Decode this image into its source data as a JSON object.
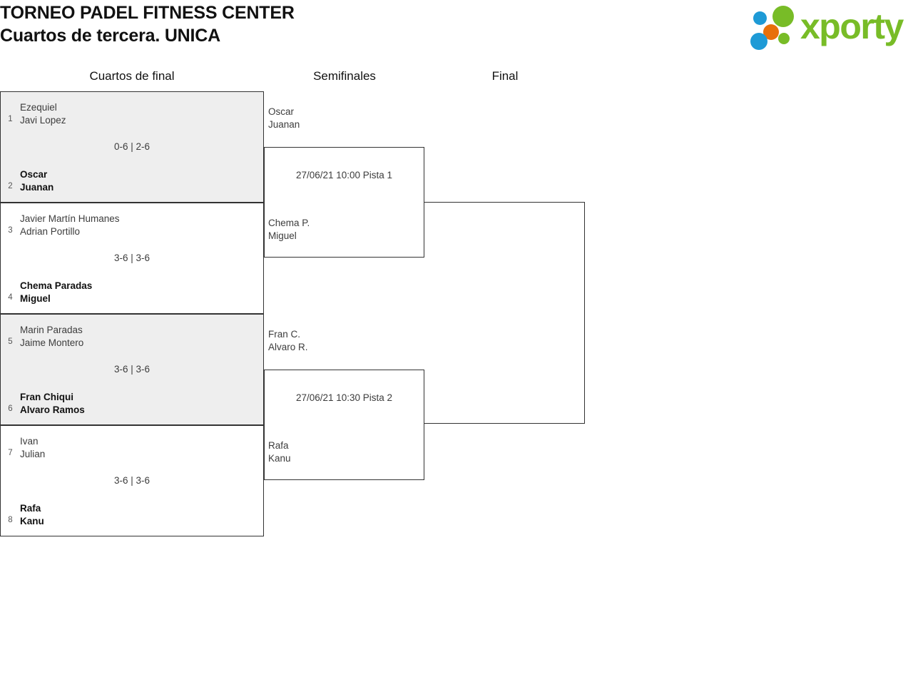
{
  "header": {
    "tournament_title": "TORNEO PADEL FITNESS CENTER",
    "category_title": "Cuartos de tercera. UNICA",
    "logo_text": "xporty"
  },
  "rounds": [
    {
      "label": "Cuartos de final"
    },
    {
      "label": "Semifinales"
    },
    {
      "label": "Final"
    }
  ],
  "quarterfinals": [
    {
      "score": "0-6 | 2-6",
      "top": {
        "seed": "1",
        "player1": "Ezequiel",
        "player2": "Javi Lopez",
        "winner": false
      },
      "bottom": {
        "seed": "2",
        "player1": "Oscar",
        "player2": "Juanan",
        "winner": true
      }
    },
    {
      "score": "3-6 | 3-6",
      "top": {
        "seed": "3",
        "player1": "Javier Martín Humanes",
        "player2": "Adrian Portillo",
        "winner": false
      },
      "bottom": {
        "seed": "4",
        "player1": "Chema Paradas",
        "player2": "Miguel",
        "winner": true
      }
    },
    {
      "score": "3-6 | 3-6",
      "top": {
        "seed": "5",
        "player1": "Marin Paradas",
        "player2": "Jaime Montero",
        "winner": false
      },
      "bottom": {
        "seed": "6",
        "player1": "Fran Chiqui",
        "player2": "Alvaro Ramos",
        "winner": true
      }
    },
    {
      "score": "3-6 | 3-6",
      "top": {
        "seed": "7",
        "player1": "Ivan",
        "player2": "Julian",
        "winner": false
      },
      "bottom": {
        "seed": "8",
        "player1": "Rafa",
        "player2": "Kanu",
        "winner": true
      }
    }
  ],
  "semifinals": [
    {
      "schedule": "27/06/21 10:00 Pista 1",
      "top": {
        "player1": "Oscar",
        "player2": "Juanan"
      },
      "bottom": {
        "player1": "Chema P.",
        "player2": "Miguel"
      }
    },
    {
      "schedule": "27/06/21 10:30 Pista 2",
      "top": {
        "player1": "Fran C.",
        "player2": "Alvaro R."
      },
      "bottom": {
        "player1": "Rafa",
        "player2": "Kanu"
      }
    }
  ],
  "final": {
    "schedule": "",
    "top": {
      "player1": "",
      "player2": ""
    },
    "bottom": {
      "player1": "",
      "player2": ""
    }
  },
  "colors": {
    "logo_green": "#78bc27",
    "logo_blue": "#1e9ad6",
    "logo_orange": "#e8700a",
    "shaded_row": "#eeeeee",
    "border": "#333333",
    "text": "#3c3c3c",
    "winner_text": "#111111"
  }
}
